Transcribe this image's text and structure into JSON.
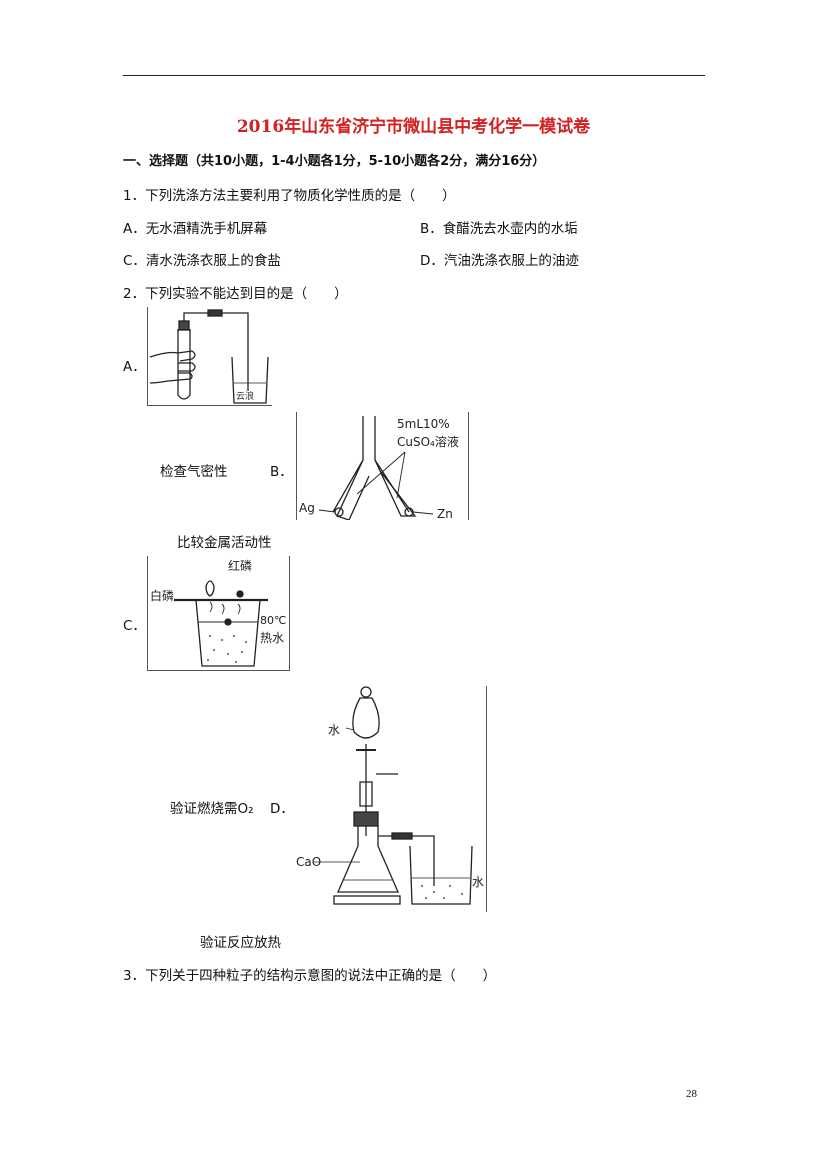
{
  "header": {
    "title": "2016年山东省济宁市微山县中考化学一模试卷"
  },
  "section1": {
    "heading": "一、选择题（共10小题，1-4小题各1分，5-10小题各2分，满分16分）"
  },
  "q1": {
    "stem": "1．下列洗涤方法主要利用了物质化学性质的是（　　）",
    "A": "A．无水酒精洗手机屏幕",
    "B": "B．食醋洗去水壶内的水垢",
    "C": "C．清水洗涤衣服上的食盐",
    "D": "D．汽油洗涤衣服上的油迹"
  },
  "q2": {
    "stem": "2．下列实验不能达到目的是（　　）",
    "A_label": "A．",
    "A_caption": "检查气密性",
    "B_label": "B．",
    "B_caption": "比较金属活动性",
    "B_fig": {
      "reagent_line1": "5mL10%",
      "reagent_line2": "CuSO₄溶液",
      "left_metal": "Ag",
      "right_metal": "Zn"
    },
    "C_label": "C．",
    "C_caption": "验证燃烧需O₂",
    "C_fig": {
      "left_label": "白磷",
      "top_label": "红磷",
      "temp": "80℃",
      "water": "热水"
    },
    "D_label": "D．",
    "D_caption": "验证反应放热",
    "D_fig": {
      "top_label": "水",
      "reagent": "CaO",
      "right_label": "水"
    }
  },
  "q3": {
    "stem": "3．下列关于四种粒子的结构示意图的说法中正确的是（　　）"
  },
  "footer": {
    "page_number": "28"
  }
}
